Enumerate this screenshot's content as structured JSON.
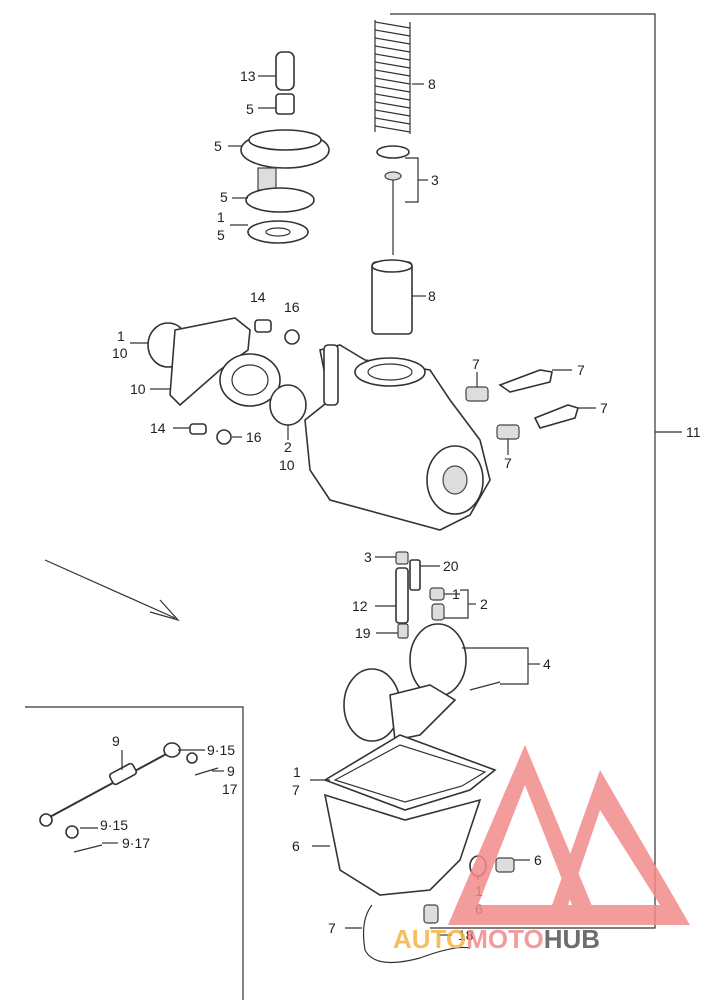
{
  "callouts": {
    "c13": "13",
    "c5a": "5",
    "c5b": "5",
    "c5c": "5",
    "c1a": "1",
    "c5d": "5",
    "c8a": "8",
    "c3a": "3",
    "c8b": "8",
    "c14a": "14",
    "c16a": "16",
    "c1b": "1",
    "c10a": "10",
    "c10b": "10",
    "c14b": "14",
    "c16b": "16",
    "c2a": "2",
    "c10c": "10",
    "c7a": "7",
    "c7b": "7",
    "c7c": "7",
    "c7d": "7",
    "c11": "11",
    "c3b": "3",
    "c20": "20",
    "c12": "12",
    "c19": "19",
    "c1c": "1",
    "c2b": "2",
    "c4": "4",
    "c9": "9",
    "c915a": "9·15",
    "c9b": "9",
    "c17a": "17",
    "c915b": "9·15",
    "c917": "9·17",
    "c1d": "1",
    "c7e": "7",
    "c6a": "6",
    "c6b": "6",
    "c1e": "1",
    "c6c": "6",
    "c7f": "7",
    "c18": "18"
  },
  "watermark": {
    "part1": "AUTO",
    "part2": "MOTO",
    "part3": "HUB",
    "colors": {
      "auto": "#f5b342",
      "moto": "#f08a8a",
      "hub": "#555555",
      "logo": "#f28b8b"
    }
  }
}
